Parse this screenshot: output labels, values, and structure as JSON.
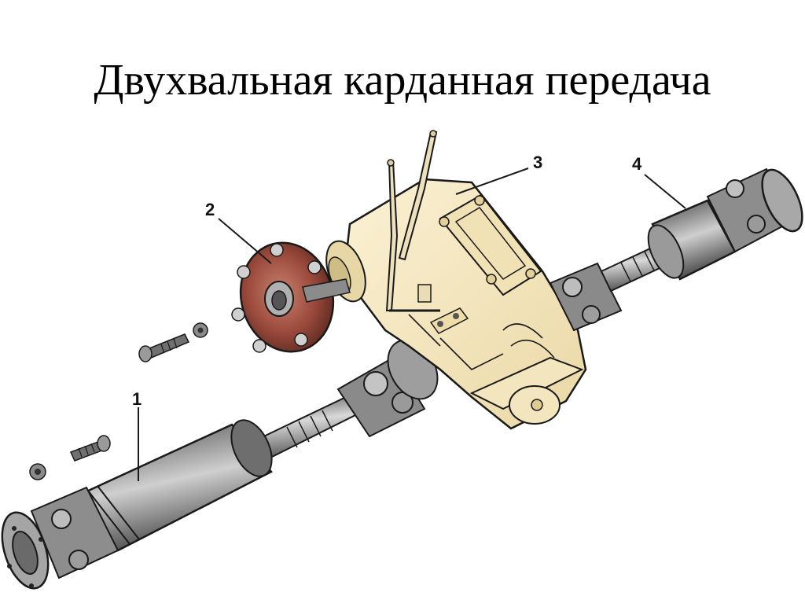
{
  "slide": {
    "title": "Двухвальная карданная передача"
  },
  "diagram": {
    "type": "exploded technical illustration",
    "subject": "two-shaft cardan drive assembly with transfer case",
    "callouts": [
      {
        "id": "1",
        "label": "1",
        "part": "front/intermediate propeller shaft (long tube with universal joint and flange)"
      },
      {
        "id": "2",
        "label": "2",
        "part": "elastic coupling disc (flexible joint) with bolts"
      },
      {
        "id": "3",
        "label": "3",
        "part": "transfer case / intermediate support housing with shift levers"
      },
      {
        "id": "4",
        "label": "4",
        "part": "rear propeller shaft with universal joint"
      }
    ],
    "loose_parts": [
      "bolt",
      "nut",
      "bolt",
      "nut"
    ],
    "colors": {
      "metal_dark": "#5a5a5a",
      "metal_mid": "#8c8c8c",
      "metal_light": "#d2d2d2",
      "housing": "#f3e6bf",
      "coupling": "#9b4a3c",
      "outline": "#1a1a1a"
    }
  }
}
